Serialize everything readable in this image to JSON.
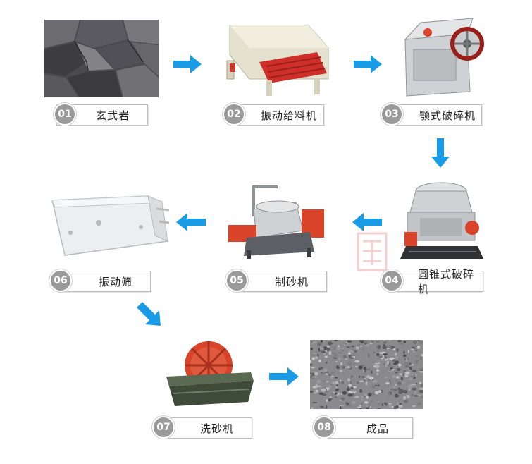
{
  "steps": [
    {
      "num": "01",
      "label": "玄武岩"
    },
    {
      "num": "02",
      "label": "振动给料机"
    },
    {
      "num": "03",
      "label": "颚式破碎机"
    },
    {
      "num": "04",
      "label": "圆锥式破碎机"
    },
    {
      "num": "05",
      "label": "制砂机"
    },
    {
      "num": "06",
      "label": "振动筛"
    },
    {
      "num": "07",
      "label": "洗砂机"
    },
    {
      "num": "08",
      "label": "成品"
    }
  ],
  "colors": {
    "arrow": "#1a9be6",
    "badge": "#9a9a9a",
    "machine_red": "#d8432a",
    "machine_grey": "#cfd2d4"
  },
  "icons": [
    "basalt-rock-image",
    "vibrating-feeder-image",
    "jaw-crusher-image",
    "cone-crusher-image",
    "sand-maker-image",
    "vibrating-screen-image",
    "sand-washer-image",
    "gravel-product-image",
    "arrow-right-icon",
    "arrow-left-icon",
    "arrow-down-icon",
    "arrow-diagonal-icon"
  ]
}
